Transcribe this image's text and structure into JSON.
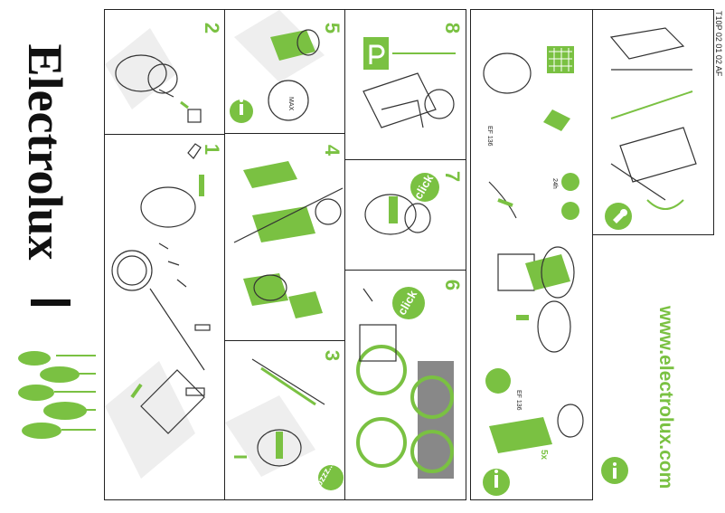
{
  "brand": {
    "name": "Electrolux"
  },
  "doc_code": "T10P 02 01 02 AF",
  "website": "www.electrolux.com",
  "steps": [
    "1",
    "2",
    "3",
    "4",
    "5",
    "6",
    "7",
    "8"
  ],
  "labels": {
    "click1": "click",
    "click2": "click",
    "bzzz": "bzzz...",
    "max": "MAX",
    "filter1": "EF 136",
    "filter2": "EF 136",
    "hours": "24h",
    "times": "5x"
  },
  "colors": {
    "accent": "#7ac142",
    "stroke": "#222222"
  },
  "icons": {
    "info": "info-icon",
    "wrench": "wrench-icon",
    "parking": "parking-icon"
  }
}
